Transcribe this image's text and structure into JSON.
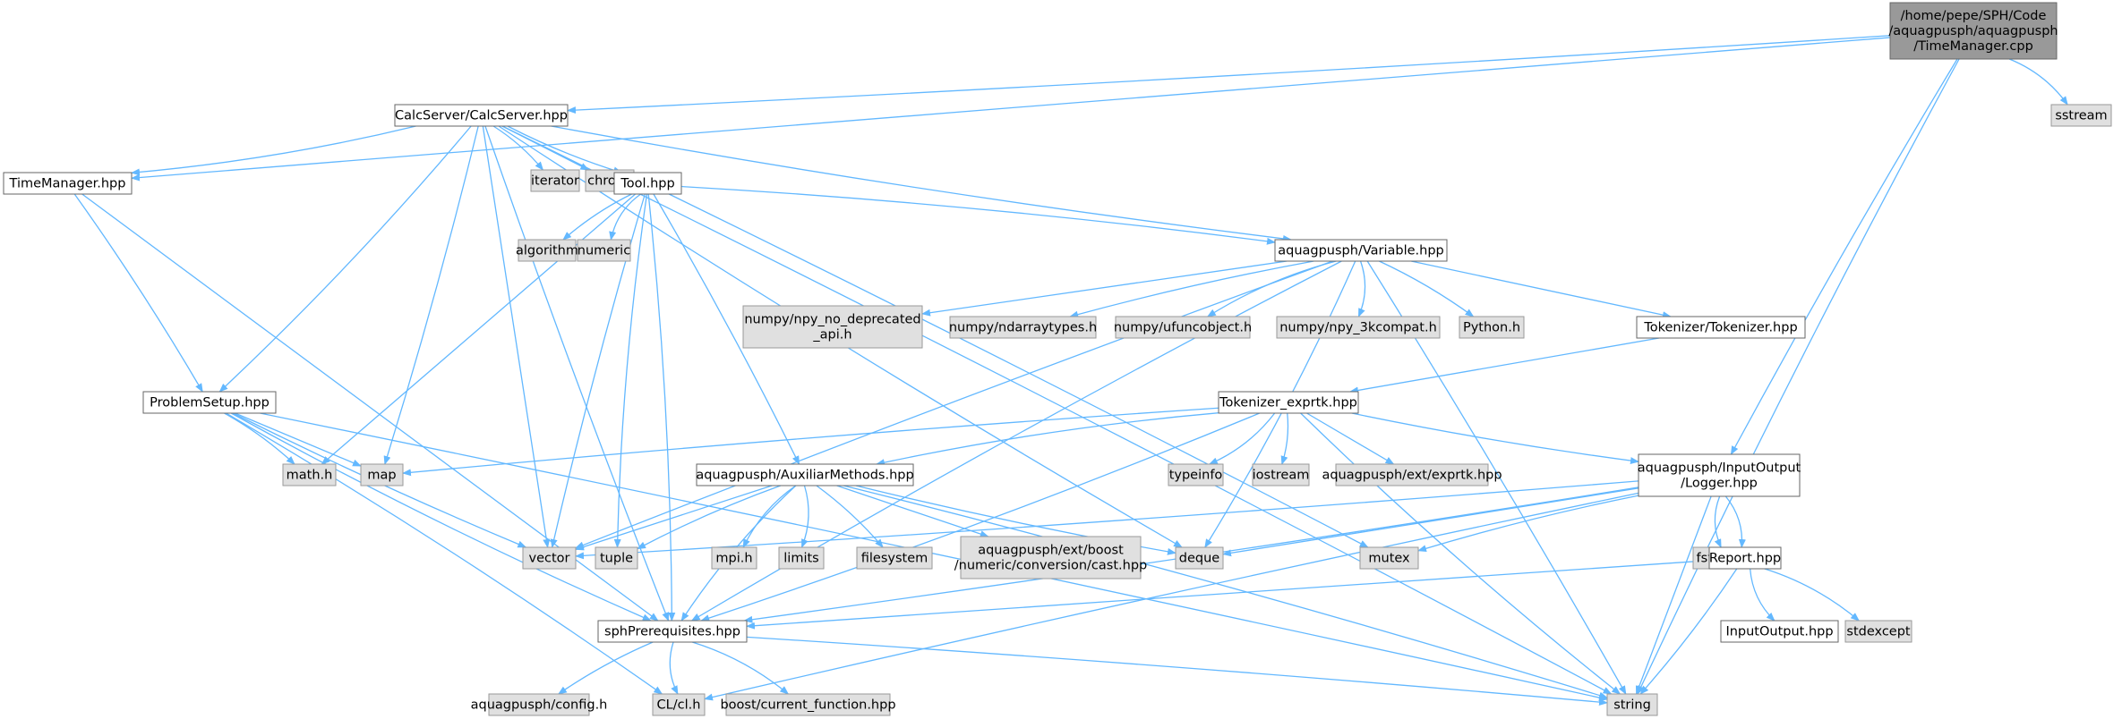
{
  "colors": {
    "edge": "#63b8ff",
    "root_fill": "#999999",
    "root_stroke": "#666666",
    "project_fill": "#ffffff",
    "project_stroke": "#666666",
    "system_fill": "#e0e0e0",
    "system_stroke": "#999999"
  },
  "nodes": [
    {
      "id": "root",
      "kind": "root",
      "lines": [
        "/home/pepe/SPH/Code",
        "/aquagpusph/aquagpusph",
        "/TimeManager.cpp"
      ]
    },
    {
      "id": "sstream",
      "kind": "system",
      "lines": [
        "sstream"
      ]
    },
    {
      "id": "calcserver",
      "kind": "project",
      "lines": [
        "CalcServer/CalcServer.hpp"
      ]
    },
    {
      "id": "timemanager",
      "kind": "project",
      "lines": [
        "TimeManager.hpp"
      ]
    },
    {
      "id": "iterator",
      "kind": "system",
      "lines": [
        "iterator"
      ]
    },
    {
      "id": "chrono",
      "kind": "system",
      "lines": [
        "chrono"
      ]
    },
    {
      "id": "tool",
      "kind": "project",
      "lines": [
        "Tool.hpp"
      ]
    },
    {
      "id": "algorithm",
      "kind": "system",
      "lines": [
        "algorithm"
      ]
    },
    {
      "id": "numeric",
      "kind": "system",
      "lines": [
        "numeric"
      ]
    },
    {
      "id": "variable",
      "kind": "project",
      "lines": [
        "aquagpusph/Variable.hpp"
      ]
    },
    {
      "id": "npydep",
      "kind": "system",
      "lines": [
        "numpy/npy_no_deprecated",
        "_api.h"
      ]
    },
    {
      "id": "ndarray",
      "kind": "system",
      "lines": [
        "numpy/ndarraytypes.h"
      ]
    },
    {
      "id": "ufunc",
      "kind": "system",
      "lines": [
        "numpy/ufuncobject.h"
      ]
    },
    {
      "id": "npy3k",
      "kind": "system",
      "lines": [
        "numpy/npy_3kcompat.h"
      ]
    },
    {
      "id": "python",
      "kind": "system",
      "lines": [
        "Python.h"
      ]
    },
    {
      "id": "tokenizer",
      "kind": "project",
      "lines": [
        "Tokenizer/Tokenizer.hpp"
      ]
    },
    {
      "id": "problemsetup",
      "kind": "project",
      "lines": [
        "ProblemSetup.hpp"
      ]
    },
    {
      "id": "tokexprtk",
      "kind": "project",
      "lines": [
        "Tokenizer_exprtk.hpp"
      ]
    },
    {
      "id": "mathh",
      "kind": "system",
      "lines": [
        "math.h"
      ]
    },
    {
      "id": "map",
      "kind": "system",
      "lines": [
        "map"
      ]
    },
    {
      "id": "auxiliar",
      "kind": "project",
      "lines": [
        "aquagpusph/AuxiliarMethods.hpp"
      ]
    },
    {
      "id": "typeinfo",
      "kind": "system",
      "lines": [
        "typeinfo"
      ]
    },
    {
      "id": "iostream",
      "kind": "system",
      "lines": [
        "iostream"
      ]
    },
    {
      "id": "exprtk",
      "kind": "system",
      "lines": [
        "aquagpusph/ext/exprtk.hpp"
      ]
    },
    {
      "id": "logger",
      "kind": "project",
      "lines": [
        "aquagpusph/InputOutput",
        "/Logger.hpp"
      ]
    },
    {
      "id": "vector",
      "kind": "system",
      "lines": [
        "vector"
      ]
    },
    {
      "id": "tuple",
      "kind": "system",
      "lines": [
        "tuple"
      ]
    },
    {
      "id": "mpih",
      "kind": "system",
      "lines": [
        "mpi.h"
      ]
    },
    {
      "id": "limits",
      "kind": "system",
      "lines": [
        "limits"
      ]
    },
    {
      "id": "filesystem",
      "kind": "system",
      "lines": [
        "filesystem"
      ]
    },
    {
      "id": "boostcast",
      "kind": "system",
      "lines": [
        "aquagpusph/ext/boost",
        "/numeric/conversion/cast.hpp"
      ]
    },
    {
      "id": "deque",
      "kind": "system",
      "lines": [
        "deque"
      ]
    },
    {
      "id": "mutex",
      "kind": "system",
      "lines": [
        "mutex"
      ]
    },
    {
      "id": "fstream",
      "kind": "system",
      "lines": [
        "fstream"
      ]
    },
    {
      "id": "report",
      "kind": "project",
      "lines": [
        "Report.hpp"
      ]
    },
    {
      "id": "inputoutput",
      "kind": "project",
      "lines": [
        "InputOutput.hpp"
      ]
    },
    {
      "id": "stdexcept",
      "kind": "system",
      "lines": [
        "stdexcept"
      ]
    },
    {
      "id": "sphprereq",
      "kind": "project",
      "lines": [
        "sphPrerequisites.hpp"
      ]
    },
    {
      "id": "config",
      "kind": "system",
      "lines": [
        "aquagpusph/config.h"
      ]
    },
    {
      "id": "clh",
      "kind": "system",
      "lines": [
        "CL/cl.h"
      ]
    },
    {
      "id": "boostfunc",
      "kind": "system",
      "lines": [
        "boost/current_function.hpp"
      ]
    },
    {
      "id": "string",
      "kind": "system",
      "lines": [
        "string"
      ]
    }
  ],
  "edges": [
    [
      "root",
      "sstream"
    ],
    [
      "root",
      "calcserver"
    ],
    [
      "root",
      "timemanager"
    ],
    [
      "root",
      "logger"
    ],
    [
      "root",
      "string"
    ],
    [
      "calcserver",
      "timemanager"
    ],
    [
      "calcserver",
      "iterator"
    ],
    [
      "calcserver",
      "chrono"
    ],
    [
      "calcserver",
      "tool"
    ],
    [
      "calcserver",
      "variable"
    ],
    [
      "calcserver",
      "problemsetup"
    ],
    [
      "calcserver",
      "map"
    ],
    [
      "calcserver",
      "vector"
    ],
    [
      "calcserver",
      "sphprereq"
    ],
    [
      "calcserver",
      "deque"
    ],
    [
      "calcserver",
      "string"
    ],
    [
      "timemanager",
      "problemsetup"
    ],
    [
      "timemanager",
      "sphprereq"
    ],
    [
      "tool",
      "algorithm"
    ],
    [
      "tool",
      "numeric"
    ],
    [
      "tool",
      "variable"
    ],
    [
      "tool",
      "auxiliar"
    ],
    [
      "tool",
      "mathh"
    ],
    [
      "tool",
      "vector"
    ],
    [
      "tool",
      "tuple"
    ],
    [
      "tool",
      "sphprereq"
    ],
    [
      "tool",
      "mutex"
    ],
    [
      "variable",
      "npydep"
    ],
    [
      "variable",
      "ndarray"
    ],
    [
      "variable",
      "ufunc"
    ],
    [
      "variable",
      "npy3k"
    ],
    [
      "variable",
      "python"
    ],
    [
      "variable",
      "tokenizer"
    ],
    [
      "variable",
      "vector"
    ],
    [
      "variable",
      "sphprereq"
    ],
    [
      "variable",
      "deque"
    ],
    [
      "variable",
      "string"
    ],
    [
      "tokenizer",
      "tokexprtk"
    ],
    [
      "tokexprtk",
      "map"
    ],
    [
      "tokexprtk",
      "auxiliar"
    ],
    [
      "tokexprtk",
      "typeinfo"
    ],
    [
      "tokexprtk",
      "iostream"
    ],
    [
      "tokexprtk",
      "exprtk"
    ],
    [
      "tokexprtk",
      "logger"
    ],
    [
      "tokexprtk",
      "string"
    ],
    [
      "tokexprtk",
      "sphprereq"
    ],
    [
      "problemsetup",
      "mathh"
    ],
    [
      "problemsetup",
      "map"
    ],
    [
      "problemsetup",
      "vector"
    ],
    [
      "problemsetup",
      "sphprereq"
    ],
    [
      "problemsetup",
      "clh"
    ],
    [
      "problemsetup",
      "string"
    ],
    [
      "auxiliar",
      "vector"
    ],
    [
      "auxiliar",
      "tuple"
    ],
    [
      "auxiliar",
      "mpih"
    ],
    [
      "auxiliar",
      "limits"
    ],
    [
      "auxiliar",
      "filesystem"
    ],
    [
      "auxiliar",
      "boostcast"
    ],
    [
      "auxiliar",
      "deque"
    ],
    [
      "auxiliar",
      "sphprereq"
    ],
    [
      "auxiliar",
      "string"
    ],
    [
      "logger",
      "vector"
    ],
    [
      "logger",
      "deque"
    ],
    [
      "logger",
      "mutex"
    ],
    [
      "logger",
      "fstream"
    ],
    [
      "logger",
      "report"
    ],
    [
      "logger",
      "sphprereq"
    ],
    [
      "logger",
      "string"
    ],
    [
      "logger",
      "clh"
    ],
    [
      "report",
      "inputoutput"
    ],
    [
      "report",
      "stdexcept"
    ],
    [
      "report",
      "string"
    ],
    [
      "report",
      "sphprereq"
    ],
    [
      "sphprereq",
      "config"
    ],
    [
      "sphprereq",
      "clh"
    ],
    [
      "sphprereq",
      "boostfunc"
    ],
    [
      "sphprereq",
      "string"
    ]
  ]
}
